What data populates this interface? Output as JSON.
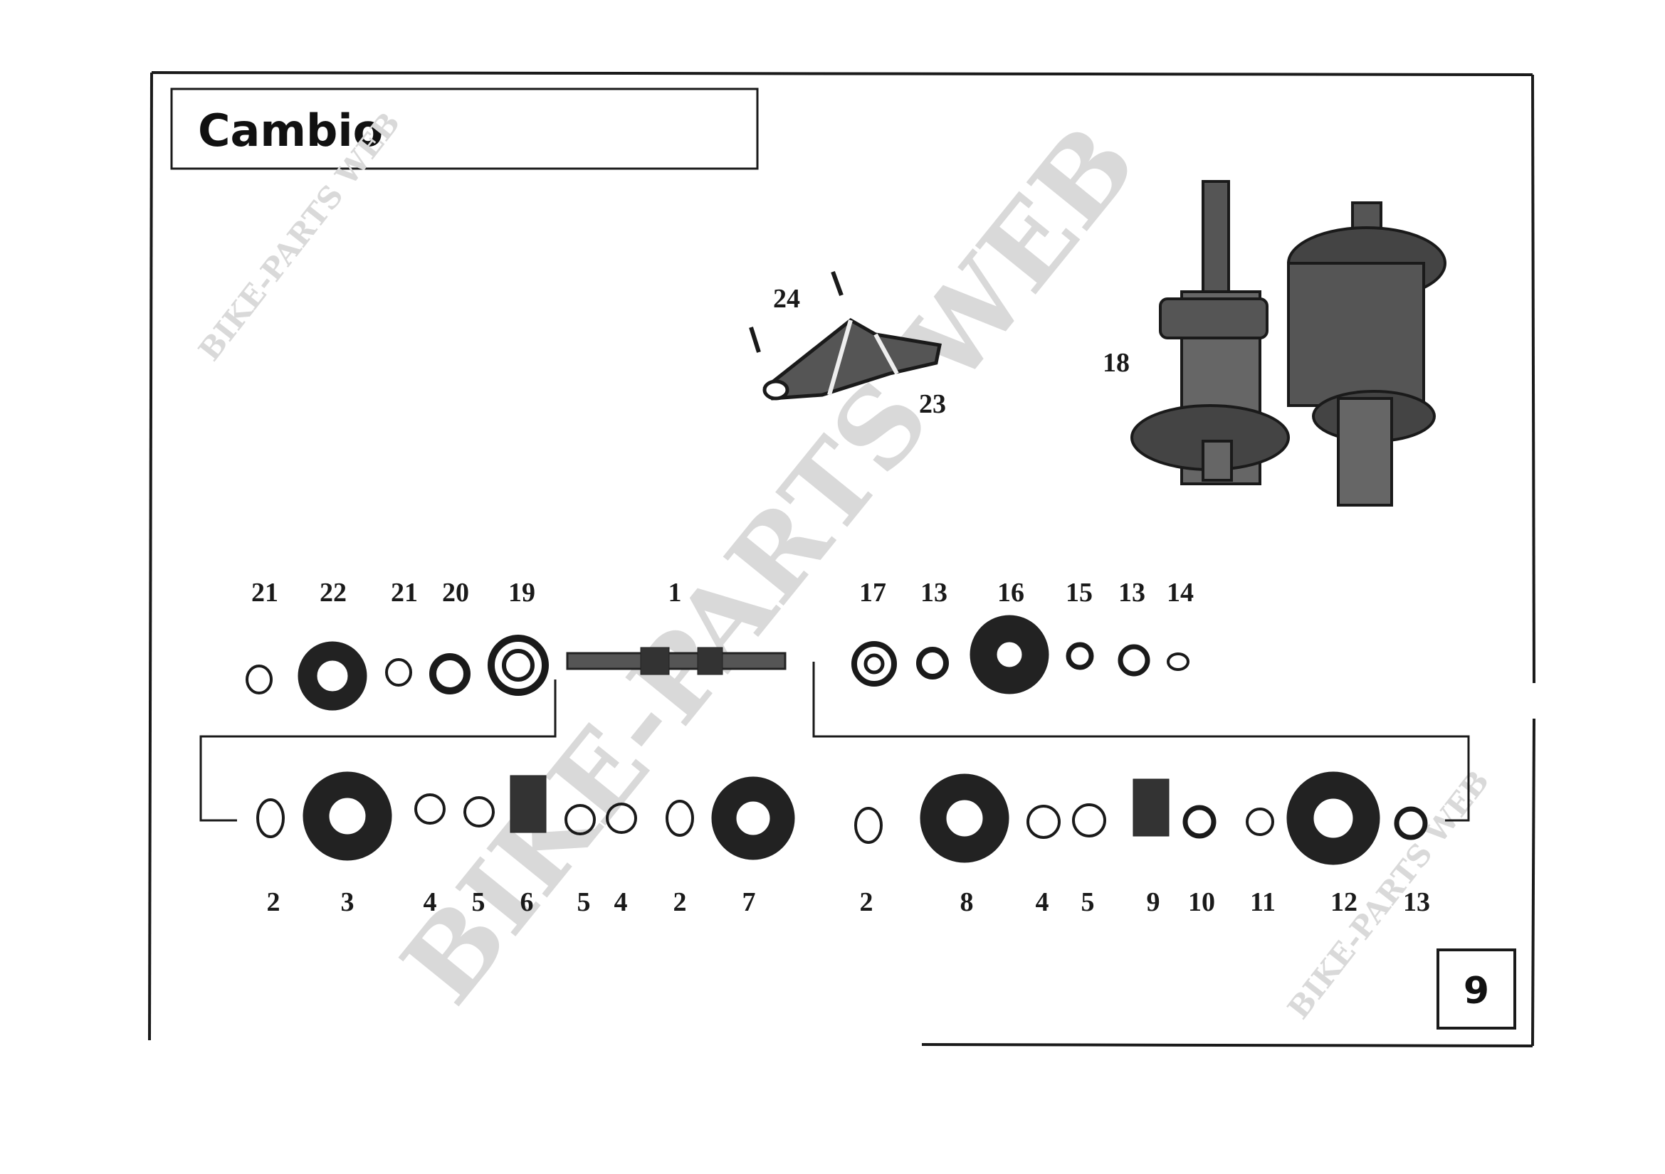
{
  "title": "Cambio",
  "page_number": "9",
  "watermark": "BIKE-PARTS WEB",
  "watermark_small": "BIKE-PARTS WEB",
  "colors": {
    "ink": "#1a1a1a",
    "watermark": "#d9d9d9",
    "background": "#ffffff"
  },
  "callouts": {
    "c24": "24",
    "c23": "23",
    "c18": "18",
    "r1_21a": "21",
    "r1_22": "22",
    "r1_21b": "21",
    "r1_20": "20",
    "r1_19": "19",
    "r1_1": "1",
    "r1_17": "17",
    "r1_13a": "13",
    "r1_16": "16",
    "r1_15": "15",
    "r1_13b": "13",
    "r1_14": "14",
    "r2_2a": "2",
    "r2_3": "3",
    "r2_4a": "4",
    "r2_5a": "5",
    "r2_6": "6",
    "r2_5b": "5",
    "r2_4b": "4",
    "r2_2b": "2",
    "r2_7": "7",
    "r2_2c": "2",
    "r2_8": "8",
    "r2_4c": "4",
    "r2_5c": "5",
    "r2_9": "9",
    "r2_10": "10",
    "r2_11": "11",
    "r2_12": "12",
    "r2_13": "13"
  }
}
